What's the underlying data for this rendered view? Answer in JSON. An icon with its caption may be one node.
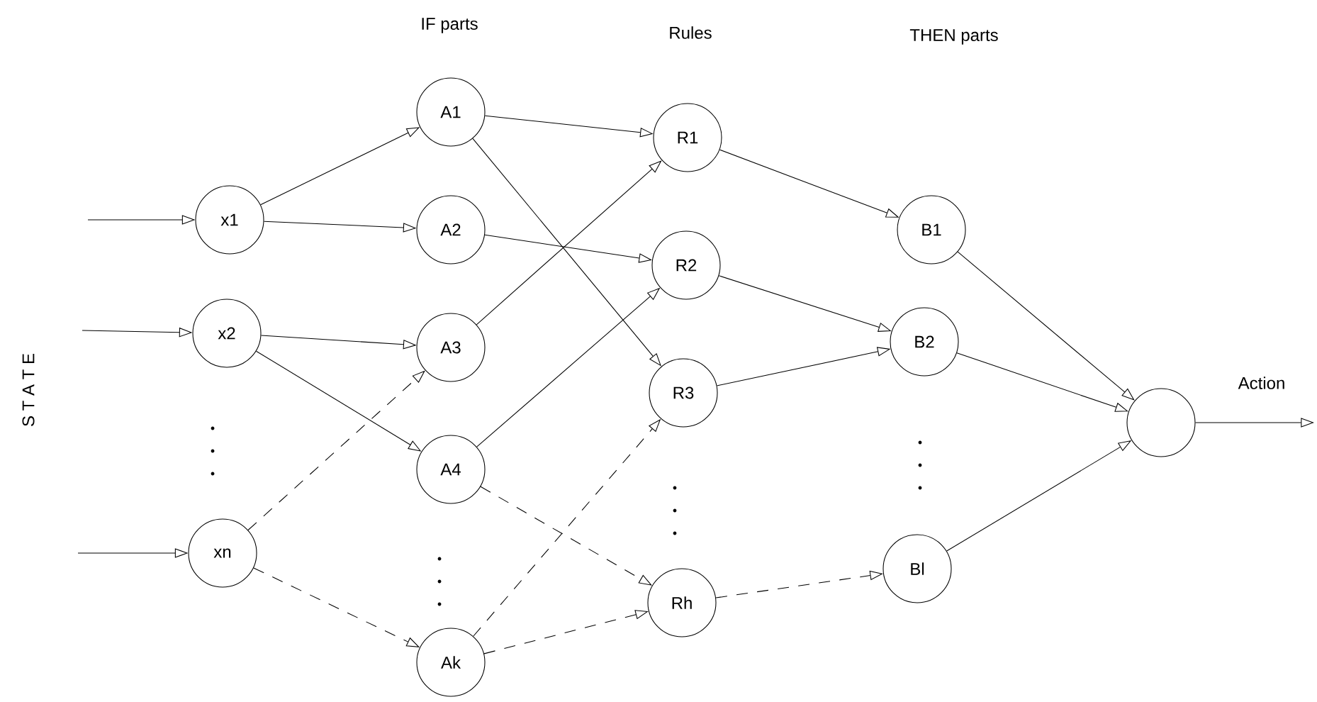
{
  "diagram": {
    "nodes": [
      {
        "text": [
          "x1"
        ]
      },
      {
        "text": [
          "x2"
        ]
      },
      {
        "text": [
          "xn"
        ]
      },
      {
        "text": [
          "A1"
        ]
      },
      {
        "text": [
          "A2"
        ]
      },
      {
        "text": [
          "A3"
        ]
      },
      {
        "text": [
          "A4"
        ]
      },
      {
        "text": [
          "Ak"
        ]
      },
      {
        "text": [
          "R1"
        ]
      },
      {
        "text": [
          "R2"
        ]
      },
      {
        "text": [
          "R3"
        ]
      },
      {
        "text": [
          "Rh"
        ]
      },
      {
        "text": [
          "B1"
        ]
      },
      {
        "text": [
          "B2"
        ]
      },
      {
        "text": [
          "Bl"
        ]
      },
      {
        "text": [],
        "shape": "circle"
      }
    ],
    "edges": [
      {
        "from": null,
        "to": 0,
        "arrow": "to"
      },
      {
        "from": null,
        "to": 1,
        "arrow": "to"
      },
      {
        "from": null,
        "to": 2,
        "arrow": "to"
      },
      {
        "from": 0,
        "to": 3,
        "arrow": "to"
      },
      {
        "from": 0,
        "to": 4,
        "arrow": "to"
      },
      {
        "from": 1,
        "to": 5,
        "arrow": "to"
      },
      {
        "from": 1,
        "to": 6,
        "arrow": "to"
      },
      {
        "from": 2,
        "to": 5,
        "arrow": "to",
        "style": "dashed"
      },
      {
        "from": 2,
        "to": 7,
        "arrow": "to",
        "style": "dashed"
      },
      {
        "from": 3,
        "to": 8,
        "arrow": "to"
      },
      {
        "from": 3,
        "to": 10,
        "arrow": "to"
      },
      {
        "from": 4,
        "to": 9,
        "arrow": "to"
      },
      {
        "from": 5,
        "to": 8,
        "arrow": "to"
      },
      {
        "from": 6,
        "to": 9,
        "arrow": "to"
      },
      {
        "from": 6,
        "to": 11,
        "arrow": "to",
        "style": "dashed"
      },
      {
        "from": 7,
        "to": 10,
        "arrow": "to",
        "style": "dashed"
      },
      {
        "from": 7,
        "to": 11,
        "arrow": "to",
        "style": "dashed"
      },
      {
        "from": 8,
        "to": 12,
        "arrow": "to"
      },
      {
        "from": 9,
        "to": 13,
        "arrow": "to"
      },
      {
        "from": 10,
        "to": 13,
        "arrow": "to"
      },
      {
        "from": 11,
        "to": 14,
        "arrow": "to",
        "style": "dashed"
      },
      {
        "from": 12,
        "to": 15,
        "arrow": "to"
      },
      {
        "from": 13,
        "to": 15,
        "arrow": "to"
      },
      {
        "from": 14,
        "to": 15,
        "arrow": "to"
      },
      {
        "from": 15,
        "to": null,
        "arrow": "to",
        "label": "Action"
      }
    ],
    "labels": [
      "IF parts",
      "Rules",
      "THEN parts",
      "S T A T E"
    ]
  }
}
